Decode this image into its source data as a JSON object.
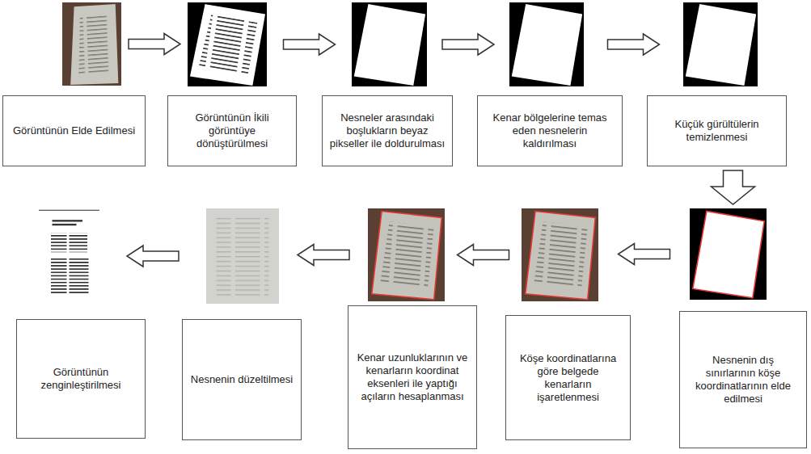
{
  "diagram": {
    "nodes": [
      {
        "text": [
          "Görüntünün Elde Edilmesi"
        ]
      },
      {
        "text": [
          "Görüntünün İkili görüntüye dönüştürülmesi"
        ]
      },
      {
        "text": [
          "Nesneler arasındaki boşlukların beyaz pikseller ile doldurulması"
        ]
      },
      {
        "text": [
          "Kenar bölgelerine temas eden nesnelerin kaldırılması"
        ]
      },
      {
        "text": [
          "Küçük gürültülerin temizlenmesi"
        ]
      },
      {
        "text": [
          "Nesnenin dış sınırlarının köşe koordinatlarının elde edilmesi"
        ]
      },
      {
        "text": [
          "Köşe koordinatlarına göre belgede kenarların işaretlenmesi"
        ]
      },
      {
        "text": [
          "Kenar uzunluklarının ve kenarların koordinat eksenleri ile yaptığı açıların hesaplanması"
        ]
      },
      {
        "text": [
          "Nesnenin düzeltilmesi"
        ]
      },
      {
        "text": [
          "Görüntünün zenginleştirilmesi"
        ]
      }
    ],
    "edges": [
      {
        "from": 0,
        "to": 1,
        "arrow": "to"
      },
      {
        "from": 1,
        "to": 2,
        "arrow": "to"
      },
      {
        "from": 2,
        "to": 3,
        "arrow": "to"
      },
      {
        "from": 3,
        "to": 4,
        "arrow": "to"
      },
      {
        "from": 4,
        "to": 5,
        "arrow": "to"
      },
      {
        "from": 5,
        "to": 6,
        "arrow": "to"
      },
      {
        "from": 6,
        "to": 7,
        "arrow": "to"
      },
      {
        "from": 7,
        "to": 8,
        "arrow": "to"
      },
      {
        "from": 8,
        "to": 9,
        "arrow": "to"
      }
    ]
  }
}
